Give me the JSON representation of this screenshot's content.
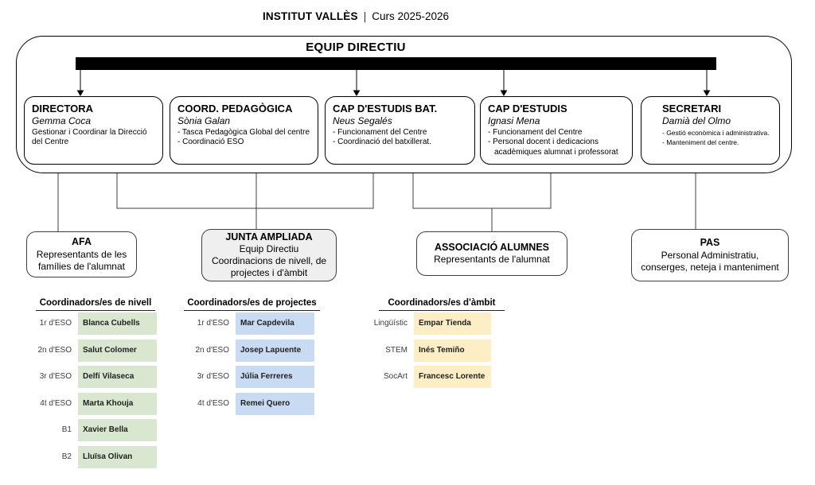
{
  "header": {
    "title": "INSTITUT VALLÈS",
    "separator": "|",
    "subtitle": "Curs 2025-2026"
  },
  "equip_directiu": {
    "label": "EQUIP DIRECTIU",
    "members": [
      {
        "role": "DIRECTORA",
        "name": "Gemma Coca",
        "duties": [
          "Gestionar i Coordinar la Direcció del Centre"
        ]
      },
      {
        "role": "COORD. PEDAGÒGICA",
        "name": "Sònia Galan",
        "duties": [
          "- Tasca Pedagògica Global del centre",
          "- Coordinació ESO"
        ]
      },
      {
        "role": "CAP D'ESTUDIS BAT.",
        "name": "Neus Segalés",
        "duties": [
          "- Funcionament del Centre",
          "- Coordinació del batxillerat."
        ]
      },
      {
        "role": "CAP D'ESTUDIS",
        "name": "Ignasi Mena",
        "duties": [
          "- Funcionament del Centre",
          "- Personal docent i dedicacions acadèmiques alumnat i professorat"
        ]
      },
      {
        "role": "SECRETARI",
        "name": "Damià del Olmo",
        "duties": [
          "- Gestió econòmica i administrativa.",
          "- Manteniment del centre."
        ]
      }
    ]
  },
  "groups": [
    {
      "title": "AFA",
      "lines": [
        "Representants de les famílies de l'alumnat",
        ""
      ]
    },
    {
      "title": "JUNTA AMPLIADA",
      "lines": [
        "Equip Directiu",
        "Coordinacions de nivell, de projectes i d'àmbit"
      ],
      "fill": "#efefef"
    },
    {
      "title": "ASSOCIACIÓ ALUMNES",
      "lines": [
        "Representants de l'alumnat",
        ""
      ]
    },
    {
      "title": "PAS",
      "lines": [
        "Personal Administratiu, conserges, neteja i manteniment",
        ""
      ]
    }
  ],
  "coordinator_tables": [
    {
      "title": "Coordinadors/es de nivell",
      "cell_color": "#d9e7d0",
      "rows": [
        {
          "label": "1r d'ESO",
          "name": "Blanca Cubells"
        },
        {
          "label": "2n d'ESO",
          "name": "Salut Colomer"
        },
        {
          "label": "3r d'ESO",
          "name": "Delfí Vilaseca"
        },
        {
          "label": "4t d'ESO",
          "name": "Marta Khouja"
        },
        {
          "label": "B1",
          "name": "Xavier Bella"
        },
        {
          "label": "B2",
          "name": "Lluïsa Olivan"
        }
      ]
    },
    {
      "title": "Coordinadors/es de projectes",
      "cell_color": "#c9dbf3",
      "rows": [
        {
          "label": "1r d'ESO",
          "name": "Mar Capdevila"
        },
        {
          "label": "2n d'ESO",
          "name": "Josep Lapuente"
        },
        {
          "label": "3r d'ESO",
          "name": "Júlia Ferreres"
        },
        {
          "label": "4t d'ESO",
          "name": "Remei Quero"
        }
      ]
    },
    {
      "title": "Coordinadors/es d'àmbit",
      "cell_color": "#fdeec6",
      "rows": [
        {
          "label": "Lingüístic",
          "name": "Empar Tienda"
        },
        {
          "label": "STEM",
          "name": "Inés Temiño"
        },
        {
          "label": "SocArt",
          "name": "Francesc Lorente"
        }
      ]
    }
  ],
  "colors": {
    "bar": "#000000",
    "wire": "#3f3f3f",
    "junta_fill": "#efefef"
  }
}
